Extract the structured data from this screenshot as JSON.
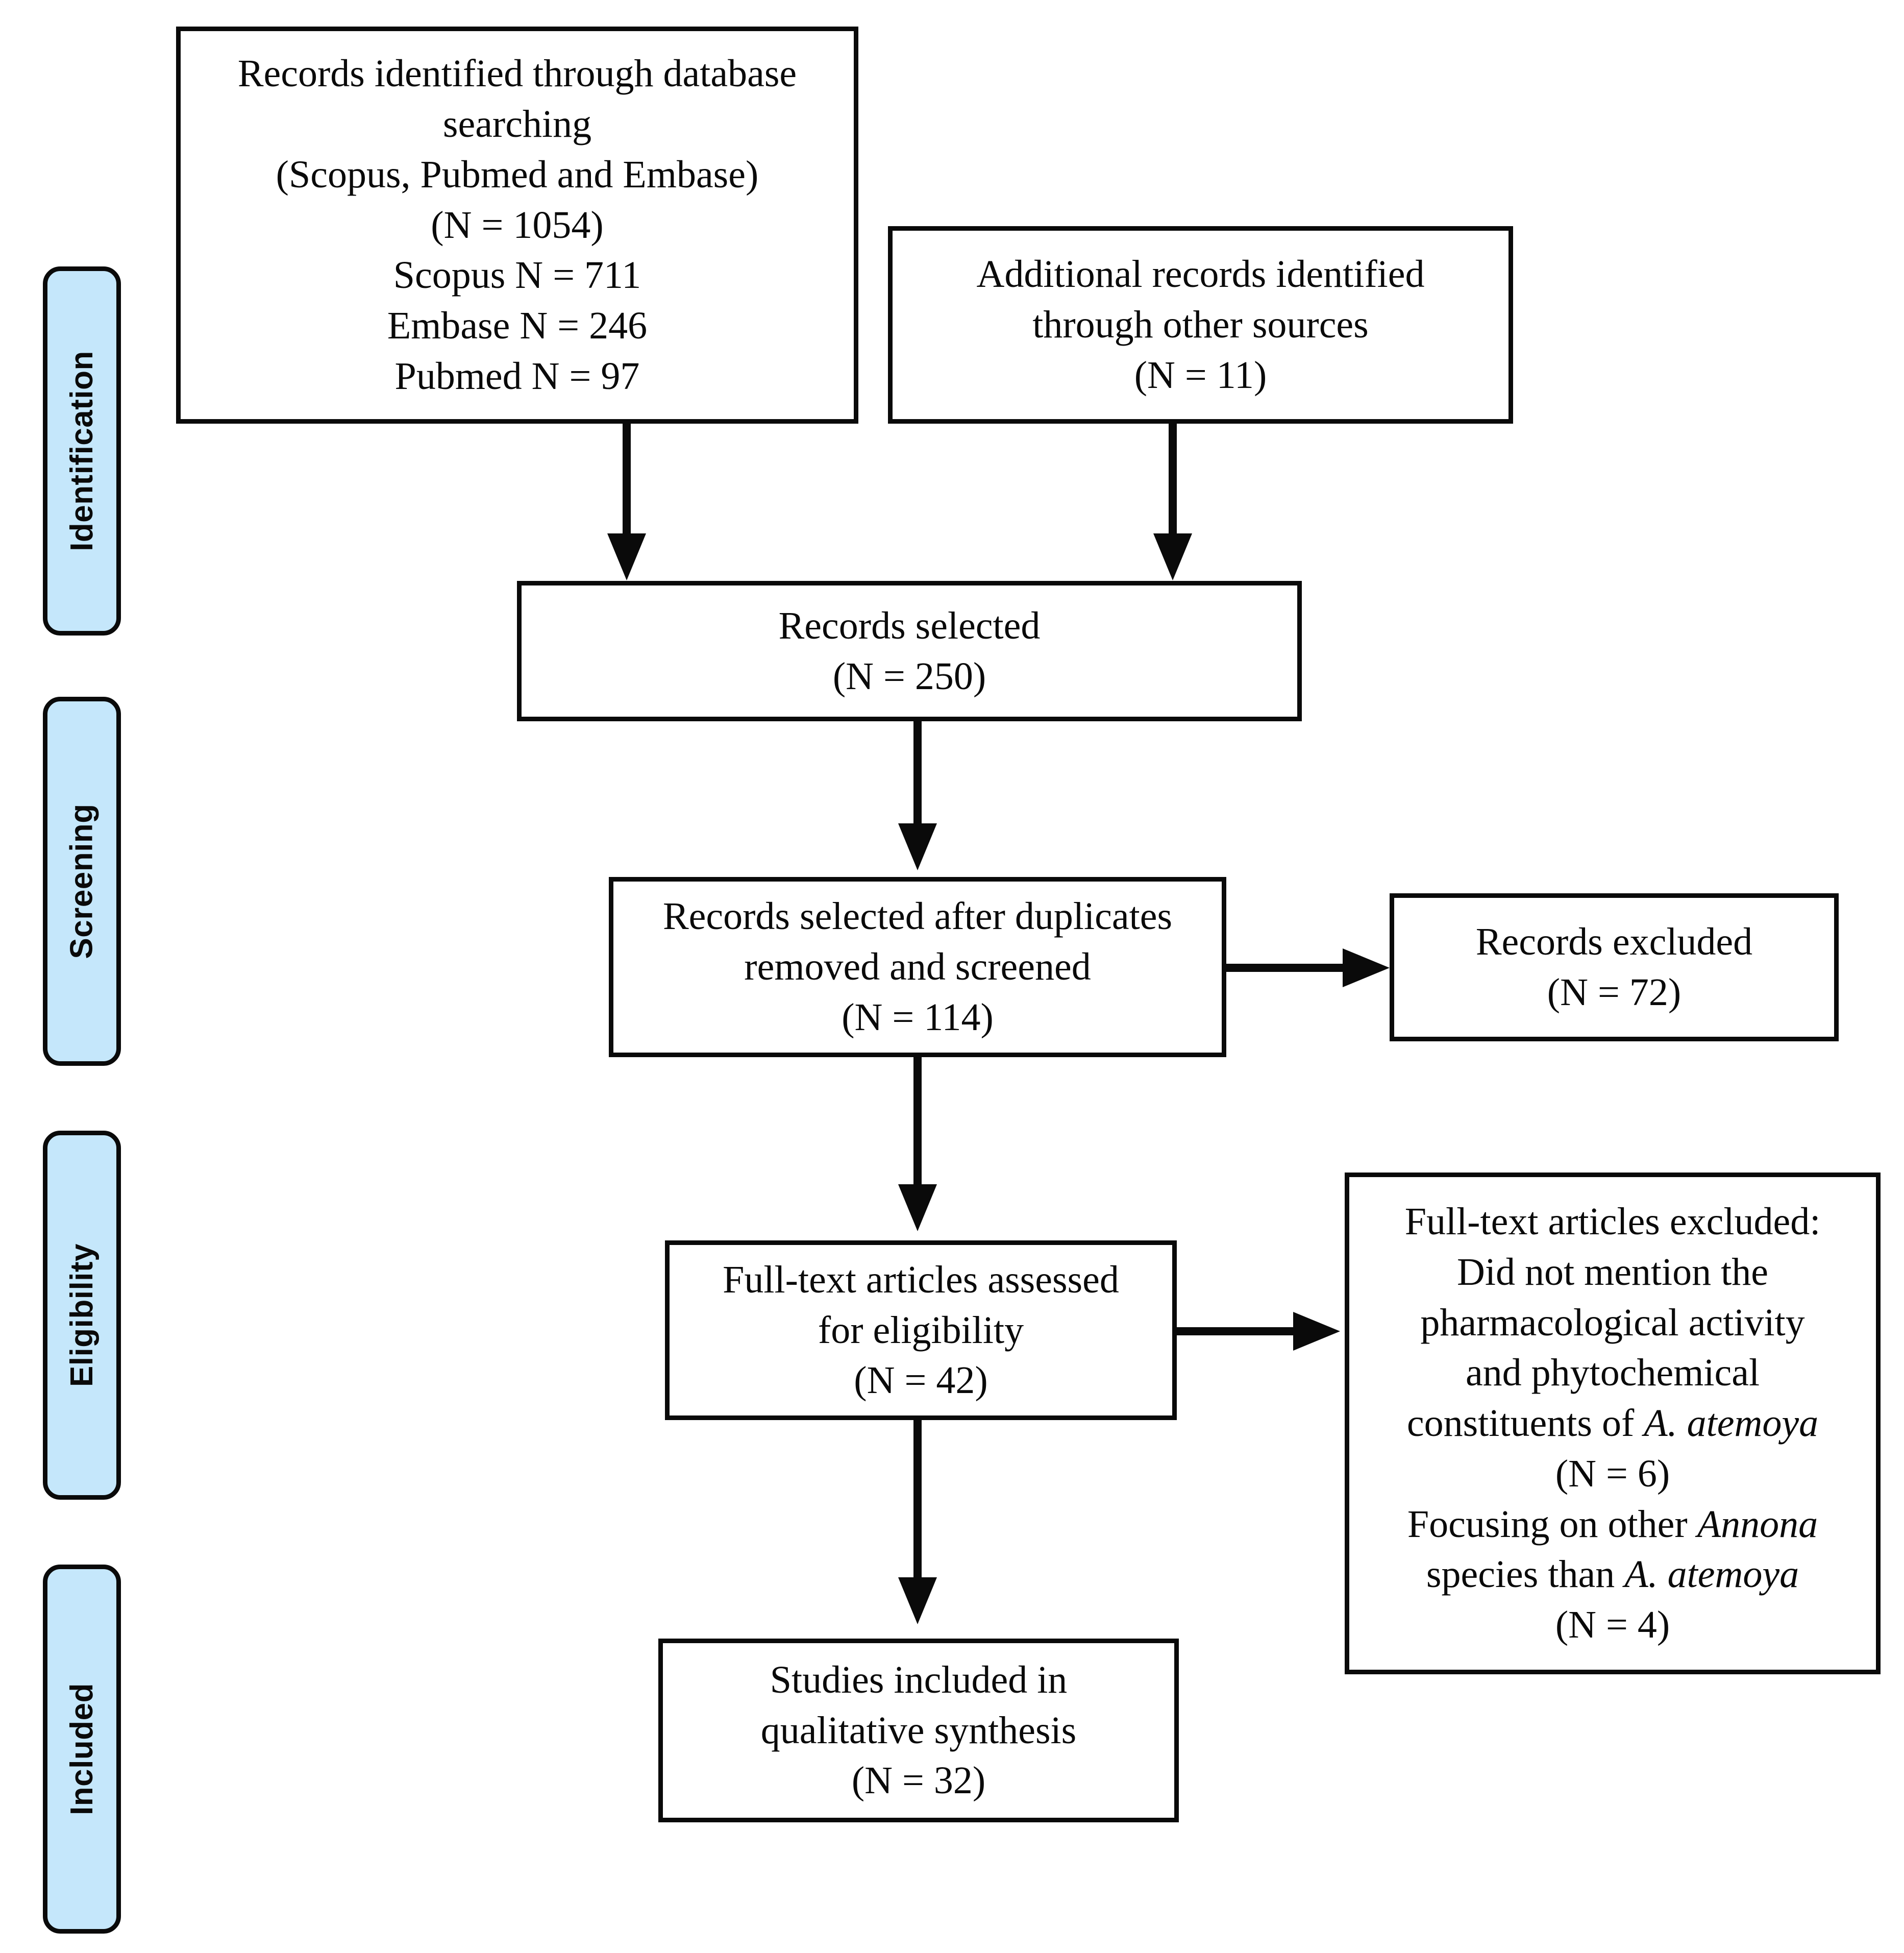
{
  "diagram": {
    "title": "PRISMA flow diagram",
    "type": "prisma-flow-diagram",
    "colors": {
      "stage_fill": "#c5e7fb",
      "stroke": "#0a0a0a",
      "box_fill": "#ffffff",
      "text": "#0a0a0a"
    }
  },
  "stages": [
    {
      "id": "identification",
      "label": "Identification"
    },
    {
      "id": "screening",
      "label": "Screening"
    },
    {
      "id": "eligibility",
      "label": "Eligibility"
    },
    {
      "id": "included",
      "label": "Included"
    }
  ],
  "boxes": {
    "database_records": {
      "id": "records-identified-database",
      "stage": "identification",
      "text": "Records identified through database\nsearching\n(Scopus, Pubmed and Embase)\n(N = 1054)\nScopus N = 711\nEmbase N = 246\nPubmed N = 97",
      "count": 1054,
      "breakdown": [
        {
          "source": "Scopus",
          "n": 711
        },
        {
          "source": "Embase",
          "n": 246
        },
        {
          "source": "Pubmed",
          "n": 97
        }
      ]
    },
    "other_records": {
      "id": "additional-records-other-sources",
      "stage": "identification",
      "text": "Additional records identified\nthrough other sources\n(N = 11)",
      "count": 11
    },
    "records_selected": {
      "id": "records-selected",
      "stage": "identification",
      "text": "Records selected\n(N = 250)",
      "count": 250
    },
    "records_screened": {
      "id": "records-selected-after-duplicates",
      "stage": "screening",
      "text": "Records selected after duplicates\nremoved and screened\n(N = 114)",
      "count": 114
    },
    "records_excluded": {
      "id": "records-excluded",
      "stage": "screening",
      "text": "Records excluded\n(N = 72)",
      "count": 72
    },
    "fulltext_assessed": {
      "id": "fulltext-assessed-eligibility",
      "stage": "eligibility",
      "text": "Full-text articles assessed\nfor eligibility\n(N = 42)",
      "count": 42
    },
    "fulltext_excluded": {
      "id": "fulltext-articles-excluded",
      "stage": "eligibility",
      "html": "Full-text articles excluded:<br>Did not mention the<br>pharmacological activity<br>and phytochemical<br>constituents of <em>A. atemoya</em><br>(N = 6)<br>Focusing on other <em>Annona</em><br>species than <em>A. atemoya</em><br>(N = 4)",
      "reasons": [
        {
          "reason": "Did not mention the pharmacological activity and phytochemical constituents of A. atemoya",
          "n": 6
        },
        {
          "reason": "Focusing on other Annona species than A. atemoya",
          "n": 4
        }
      ]
    },
    "studies_included": {
      "id": "studies-included-qualitative-synthesis",
      "stage": "included",
      "text": "Studies included in\nqualitative synthesis\n(N = 32)",
      "count": 32
    }
  },
  "connectors": [
    {
      "id": "database-to-selected",
      "from": "database_records",
      "to": "records_selected",
      "direction": "down"
    },
    {
      "id": "other-to-selected",
      "from": "other_records",
      "to": "records_selected",
      "direction": "down"
    },
    {
      "id": "selected-to-screened",
      "from": "records_selected",
      "to": "records_screened",
      "direction": "down"
    },
    {
      "id": "screened-to-excluded",
      "from": "records_screened",
      "to": "records_excluded",
      "direction": "right"
    },
    {
      "id": "screened-to-fulltext",
      "from": "records_screened",
      "to": "fulltext_assessed",
      "direction": "down"
    },
    {
      "id": "fulltext-to-excluded",
      "from": "fulltext_assessed",
      "to": "fulltext_excluded",
      "direction": "right"
    },
    {
      "id": "fulltext-to-included",
      "from": "fulltext_assessed",
      "to": "studies_included",
      "direction": "down"
    }
  ]
}
